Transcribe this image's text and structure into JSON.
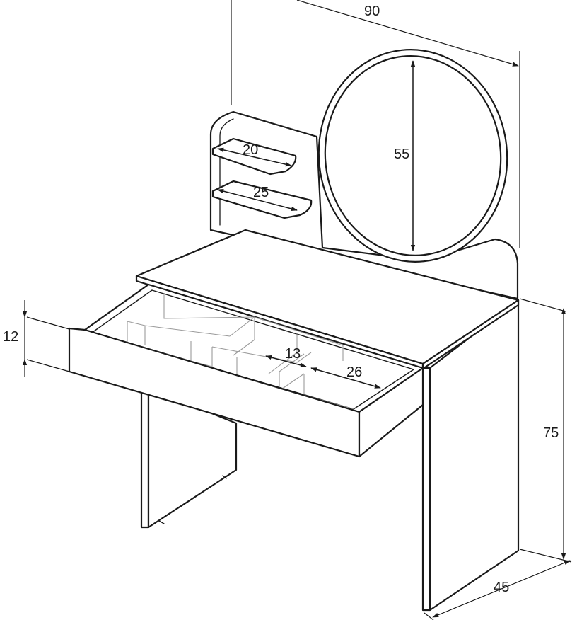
{
  "diagram": {
    "dimensions": {
      "width": "90",
      "mirror_diameter": "55",
      "shelf_upper_depth": "20",
      "shelf_lower_depth": "25",
      "drawer_height": "12",
      "compartment_small": "13",
      "compartment_large": "26",
      "height": "75",
      "depth": "45"
    }
  }
}
